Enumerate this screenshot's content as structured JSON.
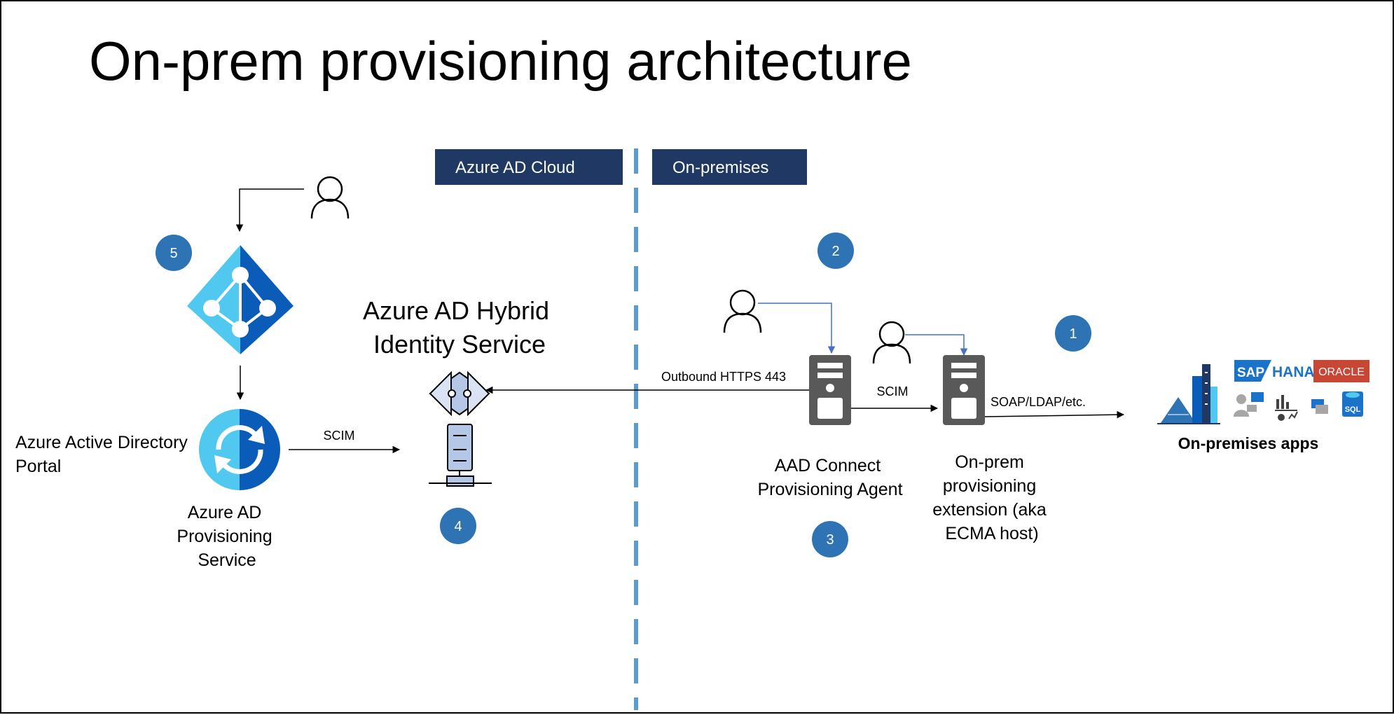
{
  "title": "On-prem provisioning architecture",
  "zones": {
    "cloud": "Azure AD Cloud",
    "onprem": "On-premises"
  },
  "components": {
    "portal": [
      "Azure Active Directory",
      "Portal"
    ],
    "provisioning_service": [
      "Azure AD",
      "Provisioning",
      "Service"
    ],
    "hybrid_service": [
      "Azure AD Hybrid",
      "Identity Service"
    ],
    "connect_agent": [
      "AAD Connect",
      "Provisioning Agent"
    ],
    "ecma_host": [
      "On-prem",
      "provisioning",
      "extension (aka",
      "ECMA host)"
    ],
    "onprem_apps": "On-premises apps"
  },
  "connections": {
    "scim_to_hybrid": "SCIM",
    "outbound": "Outbound HTTPS 443",
    "scim_agent_to_ecma": "SCIM",
    "to_apps": "SOAP/LDAP/etc."
  },
  "badges": [
    "1",
    "2",
    "3",
    "4",
    "5"
  ],
  "app_logos": {
    "sap": "SAP",
    "hana": "HANA",
    "oracle": "ORACLE",
    "sql": "SQL"
  },
  "colors": {
    "zone_header": "#1f3864",
    "badge": "#2e74b5",
    "divider": "#5b9bd5",
    "azure_light": "#50c8f0",
    "azure_dark": "#0a5cb8",
    "server": "#595959",
    "connector": "#4472c4"
  },
  "icons": [
    "user-icon",
    "azure-ad-diamond-icon",
    "sync-icon",
    "hybrid-server-icon",
    "server-icon",
    "building-icon"
  ]
}
